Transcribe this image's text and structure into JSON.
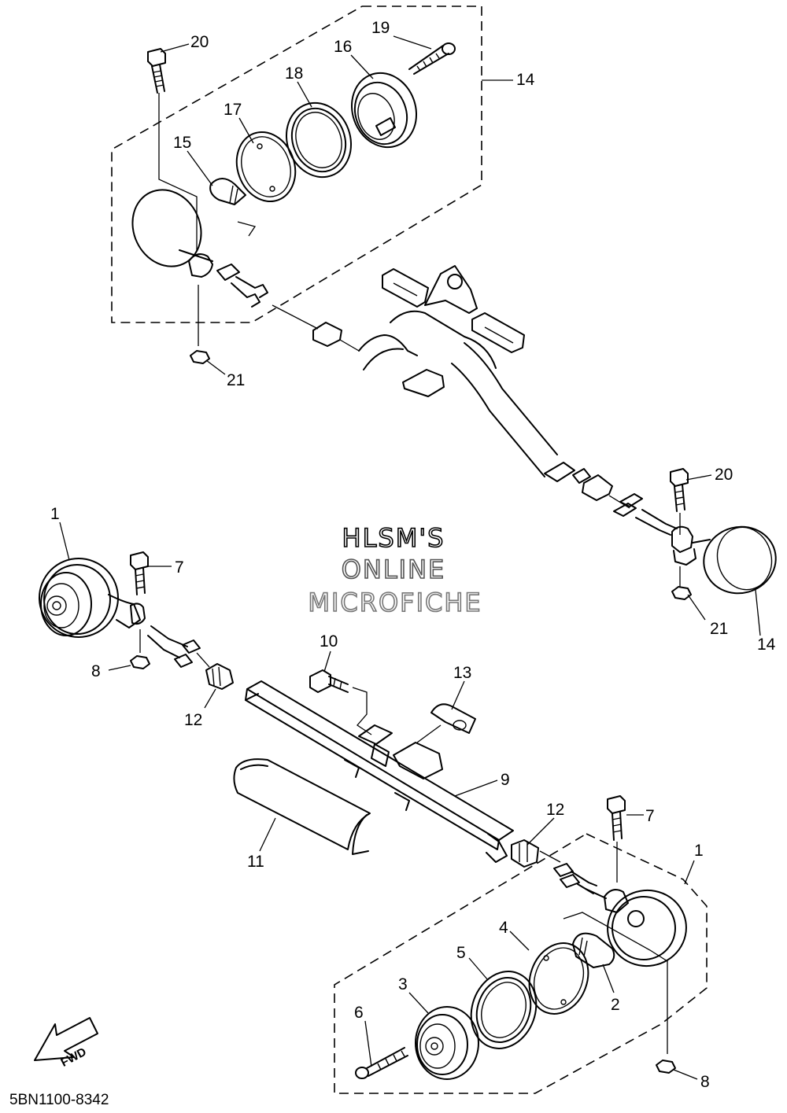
{
  "callouts": [
    "20",
    "19",
    "16",
    "18",
    "14",
    "17",
    "15",
    "21",
    "20",
    "21",
    "14",
    "1",
    "7",
    "8",
    "12",
    "10",
    "13",
    "9",
    "11",
    "12",
    "7",
    "1",
    "4",
    "5",
    "3",
    "2",
    "6",
    "8"
  ],
  "watermark": {
    "line1": "HLSM'S",
    "line2": "ONLINE",
    "line3": "MICROFICHE",
    "color1": "#000000",
    "color2": "#555555",
    "color3": "#777777"
  },
  "direction_label": "FWD",
  "diagram_code": "5BN1100-8342"
}
